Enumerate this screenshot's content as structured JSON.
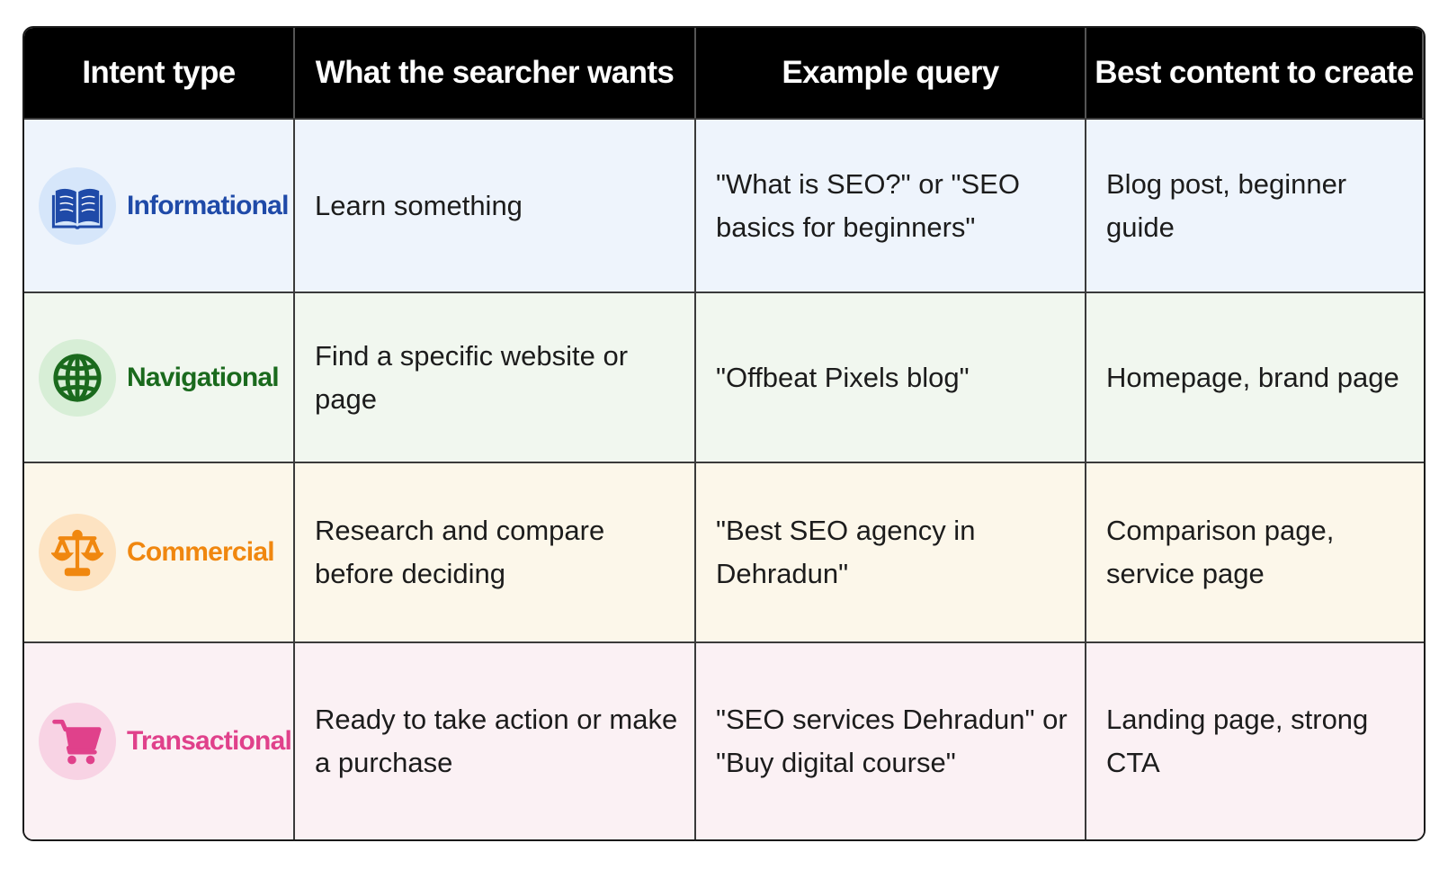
{
  "headers": [
    "Intent type",
    "What the searcher wants",
    "Example query",
    "Best content to create"
  ],
  "rows": [
    {
      "type": "Informational",
      "icon": "open-book-icon",
      "color": "#1f4aa8",
      "badge_bg": "#d6e6fa",
      "wants": "Learn something",
      "example": "\"What is SEO?\" or \"SEO basics for beginners\"",
      "content": "Blog post, beginner guide"
    },
    {
      "type": "Navigational",
      "icon": "globe-icon",
      "color": "#1a6a1d",
      "badge_bg": "#d7eed6",
      "wants": "Find a specific website or page",
      "example": "\"Offbeat Pixels blog\"",
      "content": "Homepage, brand page"
    },
    {
      "type": "Commercial",
      "icon": "balance-scale-icon",
      "color": "#f0870f",
      "badge_bg": "#fde3c2",
      "wants": "Research and compare before deciding",
      "example": "\"Best SEO agency in Dehradun\"",
      "content": "Comparison page, service page"
    },
    {
      "type": "Transactional",
      "icon": "shopping-cart-icon",
      "color": "#e0418b",
      "badge_bg": "#f8d3e4",
      "wants": "Ready to take action or make a purchase",
      "example": "\"SEO services Dehradun\" or \"Buy digital course\"",
      "content": "Landing page, strong CTA"
    }
  ]
}
